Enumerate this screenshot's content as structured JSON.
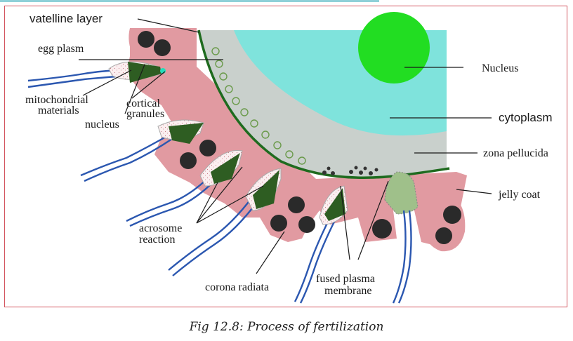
{
  "labels": {
    "vatelline_layer": "vatelline layer",
    "egg_plasm": "egg plasm",
    "mitochondrial_1": "mitochondrial",
    "mitochondrial_2": "materials",
    "cortical_1": "cortical",
    "cortical_2": "granules",
    "nucleus_sperm": "nucleus",
    "nucleus_egg": "Nucleus",
    "cytoplasm": "cytoplasm",
    "zona_pellucida": "zona pellucida",
    "jelly_coat": "jelly coat",
    "acrosome_1": "acrosome",
    "acrosome_2": "reaction",
    "corona_radiata": "corona radiata",
    "fused_1": "fused plasma",
    "fused_2": "membrane"
  },
  "caption": "Fig 12.8: Process of fertilization",
  "colors": {
    "cytoplasm": "#7fe3dc",
    "zona": "#c9d0cc",
    "jelly": "#e19aa1",
    "nucleus": "#22dd22",
    "membrane": "#1f6b1f",
    "sperm_head": "#2e5d22",
    "tail": "#2b57b0",
    "cell_dot": "#2a2a2a",
    "frame": "#d3555f"
  }
}
